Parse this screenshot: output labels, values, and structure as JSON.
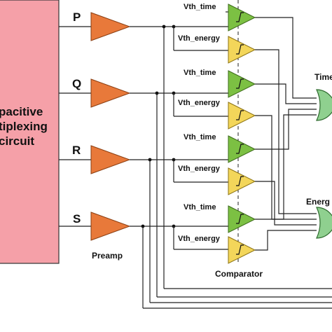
{
  "diagram": {
    "mux_block": {
      "lines": [
        "pacitive",
        "tiplexing",
        "circuit"
      ]
    },
    "channels": [
      "P",
      "Q",
      "R",
      "S"
    ],
    "preamp_label": "Preamp",
    "comparator_label": "Comparator",
    "threshold_labels": {
      "time": "Vth_time",
      "energy": "Vth_energy"
    },
    "output_labels": {
      "time": "Time",
      "energy": "Energ"
    },
    "colors": {
      "mux_fill": "#f5a0a8",
      "preamp": "#e8793a",
      "time_comparator": "#7cc043",
      "energy_comparator": "#f3d65a",
      "output_gate": "#8fd08f"
    },
    "icons": {
      "comparator": "hysteresis-icon"
    }
  }
}
